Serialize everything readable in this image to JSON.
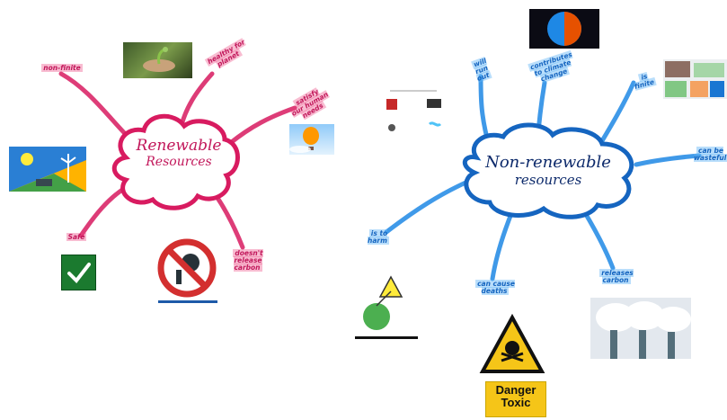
{
  "renewable": {
    "title_line1": "Renewable",
    "title_line2": "Resources",
    "branches": [
      {
        "id": "top-left",
        "text": "non-finite"
      },
      {
        "id": "top",
        "text": "healthy for planet"
      },
      {
        "id": "right",
        "text": "satisfy our human needs"
      },
      {
        "id": "bottom-left",
        "text": "Safe"
      },
      {
        "id": "bottom-right",
        "text": "doesn't release carbon"
      }
    ]
  },
  "non_renewable": {
    "title_line1": "Non-renewable",
    "title_line2": "resources",
    "branches": [
      {
        "id": "top-left",
        "text": "will run out"
      },
      {
        "id": "top",
        "text": "contributes to climate change"
      },
      {
        "id": "top-right",
        "text": "is finite"
      },
      {
        "id": "right",
        "text": "can be wasteful"
      },
      {
        "id": "left",
        "text": "is to harm"
      },
      {
        "id": "bottom",
        "text": "can cause deaths"
      },
      {
        "id": "bottom-right",
        "text": "releases carbon"
      }
    ]
  },
  "danger_sign": {
    "line1": "Danger",
    "line2": "Toxic"
  },
  "colors": {
    "renewable": "#c2185b",
    "non_renewable": "#1565c0",
    "renewable_highlight": "#ec407a",
    "non_renewable_highlight": "#64b5f6"
  }
}
